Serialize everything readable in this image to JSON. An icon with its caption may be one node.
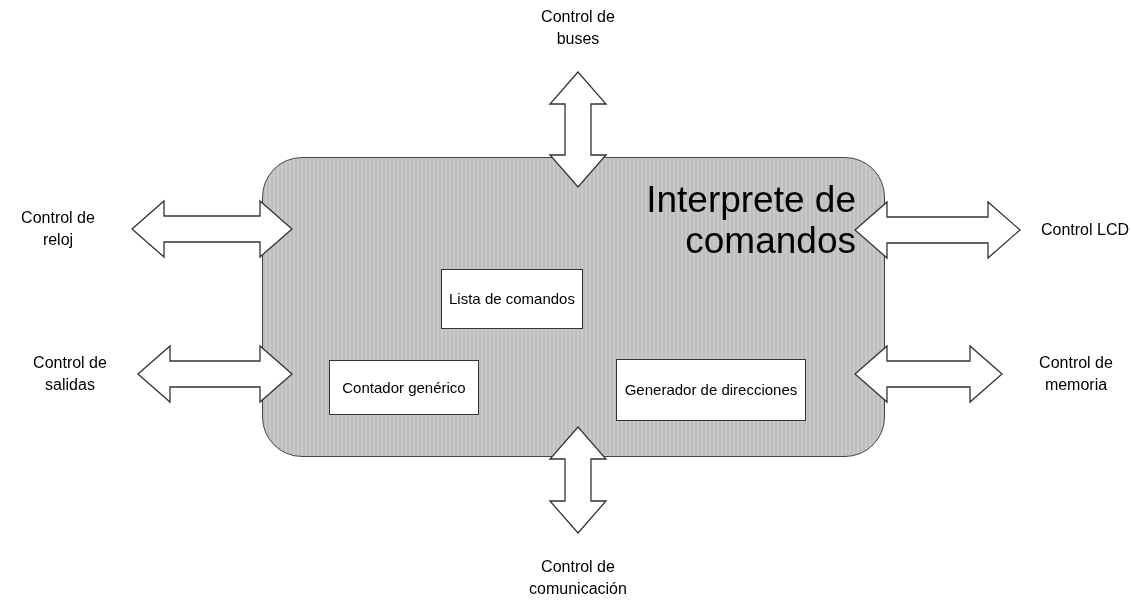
{
  "diagram": {
    "nodes": [
      {
        "text": [
          "Interprete de comandos"
        ]
      },
      {
        "text": [
          "Lista de comandos"
        ],
        "in": 0
      },
      {
        "text": [
          "Contador genérico"
        ],
        "in": 0
      },
      {
        "text": [
          "Generador de direcciones"
        ],
        "in": 0
      },
      {
        "text": [
          "Control de buses"
        ]
      },
      {
        "text": [
          "Control de reloj"
        ]
      },
      {
        "text": [
          "Control LCD"
        ]
      },
      {
        "text": [
          "Control de salidas"
        ]
      },
      {
        "text": [
          "Control de memoria"
        ]
      },
      {
        "text": [
          "Control de comunicación"
        ]
      }
    ],
    "edges": [
      {
        "from": 4,
        "to": 0,
        "arrow": "both",
        "style": "thick"
      },
      {
        "from": 5,
        "to": 0,
        "arrow": "both",
        "style": "thick"
      },
      {
        "from": 6,
        "to": 0,
        "arrow": "both",
        "style": "thick"
      },
      {
        "from": 7,
        "to": 0,
        "arrow": "both",
        "style": "thick"
      },
      {
        "from": 8,
        "to": 0,
        "arrow": "both",
        "style": "thick"
      },
      {
        "from": 9,
        "to": 0,
        "arrow": "both",
        "style": "thick"
      }
    ]
  }
}
